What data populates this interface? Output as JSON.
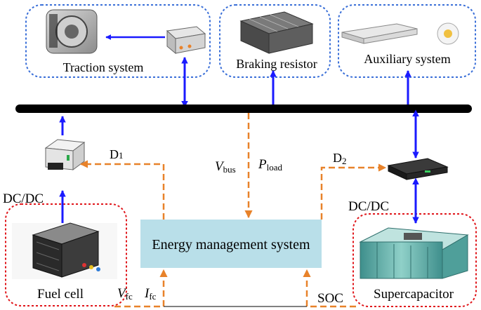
{
  "diagram": {
    "boxes": {
      "traction": "Traction system",
      "braking": "Braking resistor",
      "auxiliary": "Auxiliary system",
      "ems": "Energy management system",
      "fuel_cell": "Fuel cell",
      "supercapacitor": "Supercapacitor"
    },
    "labels": {
      "dcdc_left": "DC/DC",
      "dcdc_right": "DC/DC",
      "d1": {
        "main": "D",
        "sub": "1"
      },
      "d2": {
        "main": "D",
        "sub": "2"
      },
      "vbus": {
        "main": "V",
        "sub": "bus"
      },
      "pload": {
        "main": "P",
        "sub": "load"
      },
      "vfc": {
        "main": "V",
        "sub": "fc"
      },
      "ifc": {
        "main": "I",
        "sub": "fc"
      },
      "soc": "SOC"
    },
    "colors": {
      "power_arrow": "#1a1aff",
      "signal_arrow": "#e8822a",
      "ems_fill": "#b9dfe9",
      "blue_dash": "#3a6fd8",
      "red_dash": "#e0161b",
      "bus": "#000000"
    }
  }
}
